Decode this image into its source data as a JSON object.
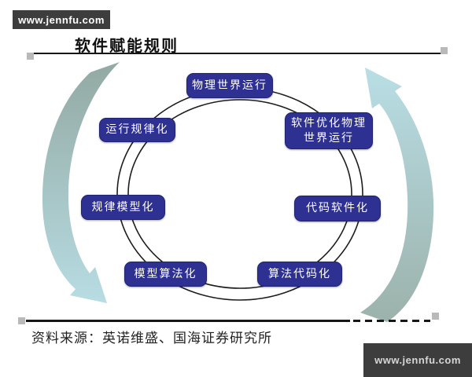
{
  "banners": {
    "top": "www.jennfu.com",
    "bottom": "www.jennfu.com"
  },
  "title": "软件赋能规则",
  "diagram": {
    "type": "circular-flow",
    "flow_direction": "counterclockwise",
    "nodes": [
      {
        "position": "top",
        "label": "物理世界运行",
        "lines": [
          "物理世界运行"
        ]
      },
      {
        "position": "top-right",
        "label": "软件优化物理世界运行",
        "lines": [
          "软件优化物理",
          "世界运行"
        ]
      },
      {
        "position": "right",
        "label": "代码软件化",
        "lines": [
          "代码软件化"
        ]
      },
      {
        "position": "bottom-right",
        "label": "算法代码化",
        "lines": [
          "算法代码化"
        ]
      },
      {
        "position": "bottom-left",
        "label": "模型算法化",
        "lines": [
          "模型算法化"
        ]
      },
      {
        "position": "left",
        "label": "规律模型化",
        "lines": [
          "规律模型化"
        ]
      },
      {
        "position": "top-left",
        "label": "运行规律化",
        "lines": [
          "运行规律化"
        ]
      }
    ]
  },
  "source_note": "资料来源：英诺维盛、国海证券研究所",
  "colors": {
    "node_fill": "#2e3191",
    "node_text": "#ffffff",
    "arrow_gradient_start": "#93a9a3",
    "arrow_gradient_end": "#b9dfe6",
    "banner_bg": "#3d3d3d",
    "ring_stroke": "#1c1c1c"
  }
}
